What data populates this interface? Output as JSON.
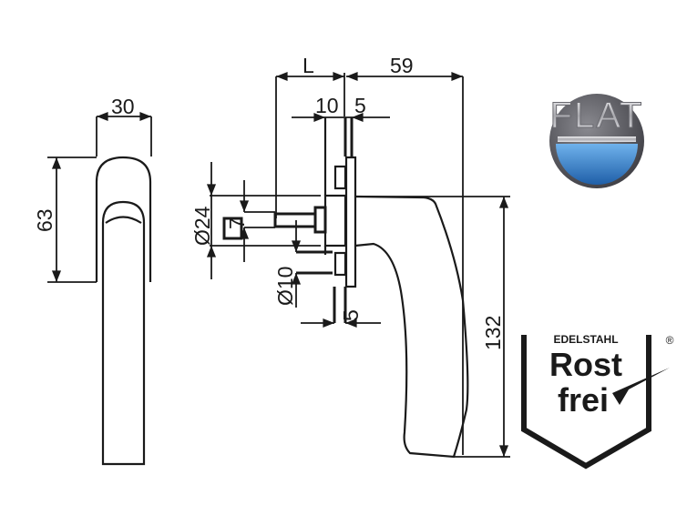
{
  "dimensions": {
    "width": "30",
    "height_rose": "63",
    "L": "L",
    "projection": "59",
    "d10": "10",
    "d5_top": "5",
    "dia24": "Ø24",
    "d7": "7",
    "dia10": "Ø10",
    "d5_bottom": "5",
    "length": "132"
  },
  "logos": {
    "flat": {
      "text": "FLAT",
      "colors": {
        "ring": "#5a5a5f",
        "blue": "#2f7fd0",
        "silver": "#c8c8cc"
      }
    },
    "rostfrei": {
      "top": "EDELSTAHL",
      "line1": "Rost",
      "line2": "frei",
      "mark": "®"
    }
  }
}
